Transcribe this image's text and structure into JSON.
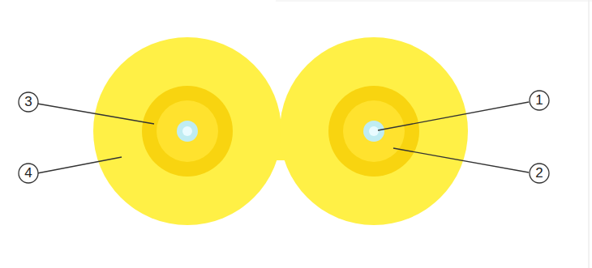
{
  "diagram": {
    "labels": [
      "3",
      "1",
      "4",
      "2"
    ]
  }
}
